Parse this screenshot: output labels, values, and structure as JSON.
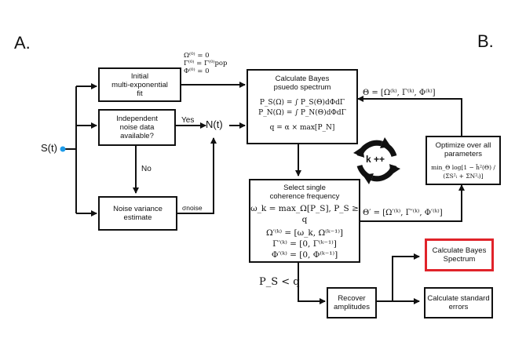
{
  "panel_labels": {
    "a": "A.",
    "b": "B."
  },
  "nodes": {
    "signal": "S(t)",
    "noise_signal": "N(t)",
    "initial_fit": [
      "Initial",
      "multi-exponential",
      "fit"
    ],
    "init_conditions": [
      "Ω⁽⁰⁾ = 0",
      "Γ⁽⁰⁾ = Γ⁽⁰⁾pop",
      "Φ⁽⁰⁾ = 0"
    ],
    "noise_question": [
      "Independent",
      "noise data",
      "available?"
    ],
    "noise_variance": [
      "Noise variance",
      "estimate"
    ],
    "bayes_pseudo": [
      "Calculate Bayes",
      "psuedo spectrum"
    ],
    "bayes_pseudo_eqs": [
      "P_S(Ω) = ∫ P_S(Θ)dΦdΓ",
      "P_N(Ω) = ∫ P_N(Θ)dΦdΓ",
      "q = α × max[P_N]"
    ],
    "select_freq": [
      "Select single",
      "coherence frequency"
    ],
    "select_freq_eqs": [
      "ω_k = max_Ω[P_S], P_S ≥ q",
      "Ω′⁽ᵏ⁾ = [ω_k, Ω⁽ᵏ⁻¹⁾]",
      "Γ′⁽ᵏ⁾ = [0, Γ⁽ᵏ⁻¹⁾]",
      "Φ′⁽ᵏ⁾ = [0, Φ⁽ᵏ⁻¹⁾]"
    ],
    "optimize": [
      "Optimize over all",
      "parameters"
    ],
    "optimize_eq": "min_Θ log[1 − h̄²(Θ) / (ΣS²ᵢ + ΣN²ᵢ)]",
    "recover": [
      "Recover",
      "amplitudes"
    ],
    "bayes_spectrum": [
      "Calculate Bayes",
      "Spectrum"
    ],
    "std_errors": [
      "Calculate standard",
      "errors"
    ],
    "k_loop": "k ++"
  },
  "edge_labels": {
    "yes": "Yes",
    "no": "No",
    "sigma_noise": "σnoise",
    "theta_top": "Θ = [Ω⁽ᵏ⁾, Γ⁽ᵏ⁾, Φ⁽ᵏ⁾]",
    "theta_prime": "Θ′ = [Ω′⁽ᵏ⁾, Γ′⁽ᵏ⁾, Φ′⁽ᵏ⁾]",
    "ps_lt_q": "P_S < q"
  },
  "colors": {
    "stroke": "#111111",
    "highlight": "#e0232a",
    "dot": "#1e9be8"
  }
}
